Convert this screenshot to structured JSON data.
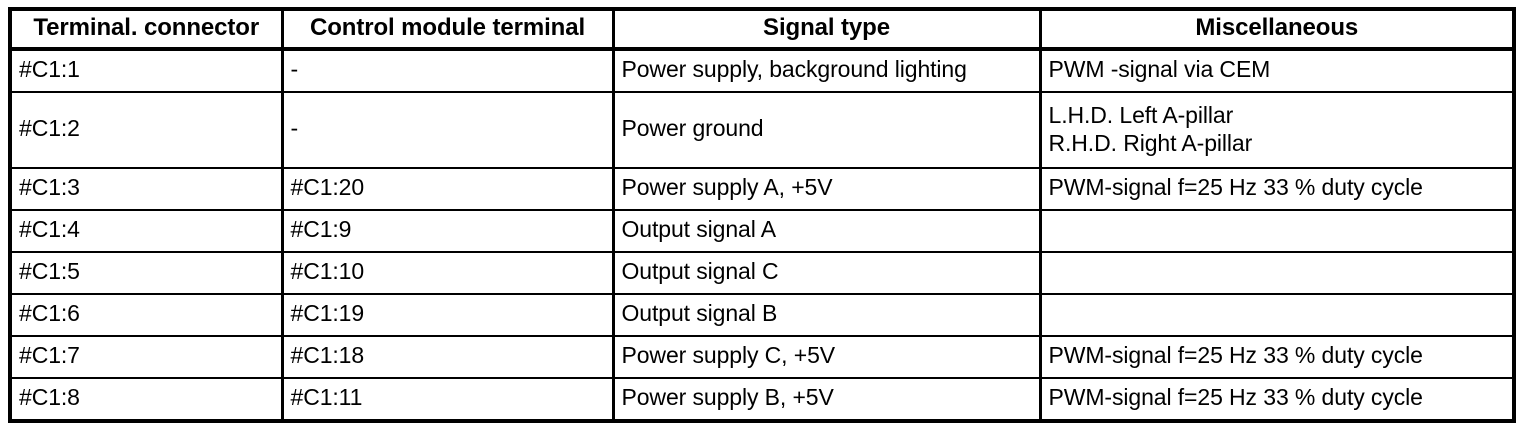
{
  "table": {
    "columns": [
      {
        "key": "terminal_connector",
        "label": "Terminal. connector",
        "align": "center"
      },
      {
        "key": "control_module_terminal",
        "label": "Control module terminal",
        "align": "center"
      },
      {
        "key": "signal_type",
        "label": "Signal type",
        "align": "center"
      },
      {
        "key": "miscellaneous",
        "label": "Miscellaneous",
        "align": "center"
      }
    ],
    "rows": [
      {
        "terminal_connector": "#C1:1",
        "control_module_terminal": "-",
        "signal_type": "Power supply, background lighting",
        "miscellaneous": "PWM -signal via CEM",
        "misc_line1": "PWM -signal via CEM",
        "misc_line2": "",
        "tall": false
      },
      {
        "terminal_connector": "#C1:2",
        "control_module_terminal": "-",
        "signal_type": "Power ground",
        "miscellaneous": "L.H.D. Left A-pillar R.H.D. Right A-pillar",
        "misc_line1": "L.H.D. Left A-pillar",
        "misc_line2": "R.H.D. Right A-pillar",
        "tall": true
      },
      {
        "terminal_connector": "#C1:3",
        "control_module_terminal": "#C1:20",
        "signal_type": "Power supply A, +5V",
        "miscellaneous": "PWM-signal f=25 Hz 33 % duty cycle",
        "misc_line1": "PWM-signal f=25 Hz 33 % duty cycle",
        "misc_line2": "",
        "tall": false
      },
      {
        "terminal_connector": "#C1:4",
        "control_module_terminal": "#C1:9",
        "signal_type": "Output signal A",
        "miscellaneous": "",
        "misc_line1": "",
        "misc_line2": "",
        "tall": false
      },
      {
        "terminal_connector": "#C1:5",
        "control_module_terminal": "#C1:10",
        "signal_type": "Output signal C",
        "miscellaneous": "",
        "misc_line1": "",
        "misc_line2": "",
        "tall": false
      },
      {
        "terminal_connector": "#C1:6",
        "control_module_terminal": "#C1:19",
        "signal_type": "Output signal B",
        "miscellaneous": "",
        "misc_line1": "",
        "misc_line2": "",
        "tall": false
      },
      {
        "terminal_connector": "#C1:7",
        "control_module_terminal": "#C1:18",
        "signal_type": "Power supply C, +5V",
        "miscellaneous": "PWM-signal f=25 Hz 33 % duty cycle",
        "misc_line1": "PWM-signal f=25 Hz 33 % duty cycle",
        "misc_line2": "",
        "tall": false
      },
      {
        "terminal_connector": "#C1:8",
        "control_module_terminal": "#C1:11",
        "signal_type": "Power supply B, +5V",
        "miscellaneous": "PWM-signal f=25 Hz 33 % duty cycle",
        "misc_line1": "PWM-signal f=25 Hz 33 % duty cycle",
        "misc_line2": "",
        "tall": false
      }
    ]
  },
  "colors": {
    "border": "#000000",
    "background": "#ffffff",
    "text": "#000000"
  }
}
